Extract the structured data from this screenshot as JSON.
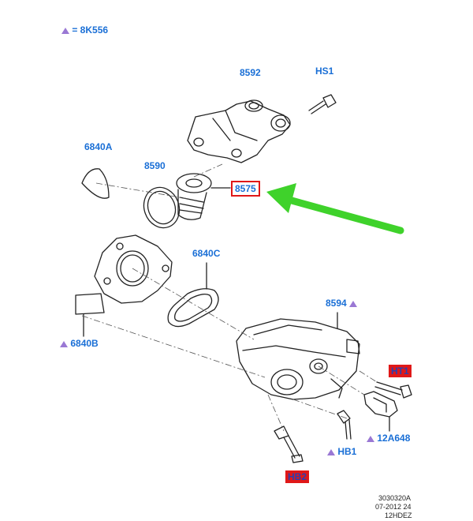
{
  "legend": {
    "text": "= 8K556"
  },
  "callouts": {
    "c8592": "8592",
    "hs1": "HS1",
    "c6840a": "6840A",
    "c8590": "8590",
    "c8575": "8575",
    "c6840c": "6840C",
    "c6840b": "6840B",
    "c8594": "8594",
    "ht1": "HT1",
    "c12a648": "12A648",
    "hb1": "HB1",
    "hb2": "HB2"
  },
  "footer": {
    "line1": "3030320A",
    "line2": "07-2012 24",
    "line3": "12HDEZ"
  },
  "colors": {
    "label": "#1a6fd6",
    "triangle": "#9a78d4",
    "highlight": "#e01818",
    "arrow": "#3fd22b"
  }
}
